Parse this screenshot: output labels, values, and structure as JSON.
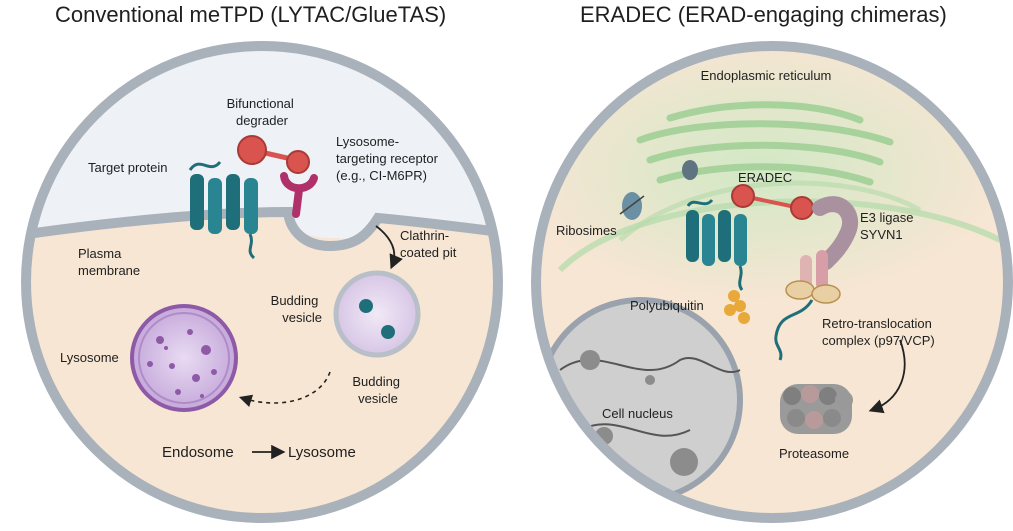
{
  "panels": {
    "left": {
      "title": "Conventional meTPD (LYTAC/GlueTAS)",
      "labels": {
        "bifunctional_degrader": [
          "Bifunctional",
          "degrader"
        ],
        "target_protein": "Target protein",
        "lysosome_receptor": [
          "Lysosome-",
          "targeting receptor",
          "(e.g., CI-M6PR)"
        ],
        "plasma_membrane": [
          "Plasma",
          "membrane"
        ],
        "clathrin_pit": [
          "Clathrin-",
          "coated pit"
        ],
        "budding_vesicle_1": [
          "Budding",
          "vesicle"
        ],
        "budding_vesicle_2": [
          "Budding",
          "vesicle"
        ],
        "lysosome": "Lysosome",
        "endosome": "Endosome",
        "lysosome_end": "Lysosome"
      }
    },
    "right": {
      "title": "ERADEC (ERAD-engaging chimeras)",
      "labels": {
        "er": "Endoplasmic reticulum",
        "eradec": "ERADEC",
        "ribosimes": "Ribosimes",
        "e3_ligase": [
          "E3 ligase",
          "SYVN1"
        ],
        "polyubiquitin": "Polyubiquitin",
        "retro": [
          "Retro-translocation",
          "complex (p97/VCP)"
        ],
        "cell_nucleus": "Cell nucleus",
        "proteasome": "Proteasome"
      }
    }
  },
  "colors": {
    "cell_outline": "#9aa3ad",
    "cytoplasm": "#f6e6d3",
    "extracellular": "#eef1f6",
    "protein_teal": "#1f6f7a",
    "degrader_red": "#d9534f",
    "receptor_magenta": "#b0306a",
    "lysosome_purple": "#8e5aa8",
    "er_green": "#b9dcae",
    "ubiquitin_gold": "#e8a93a",
    "syvn1_mauve": "#a9919f",
    "nucleus_gray": "#c9c9c9"
  }
}
